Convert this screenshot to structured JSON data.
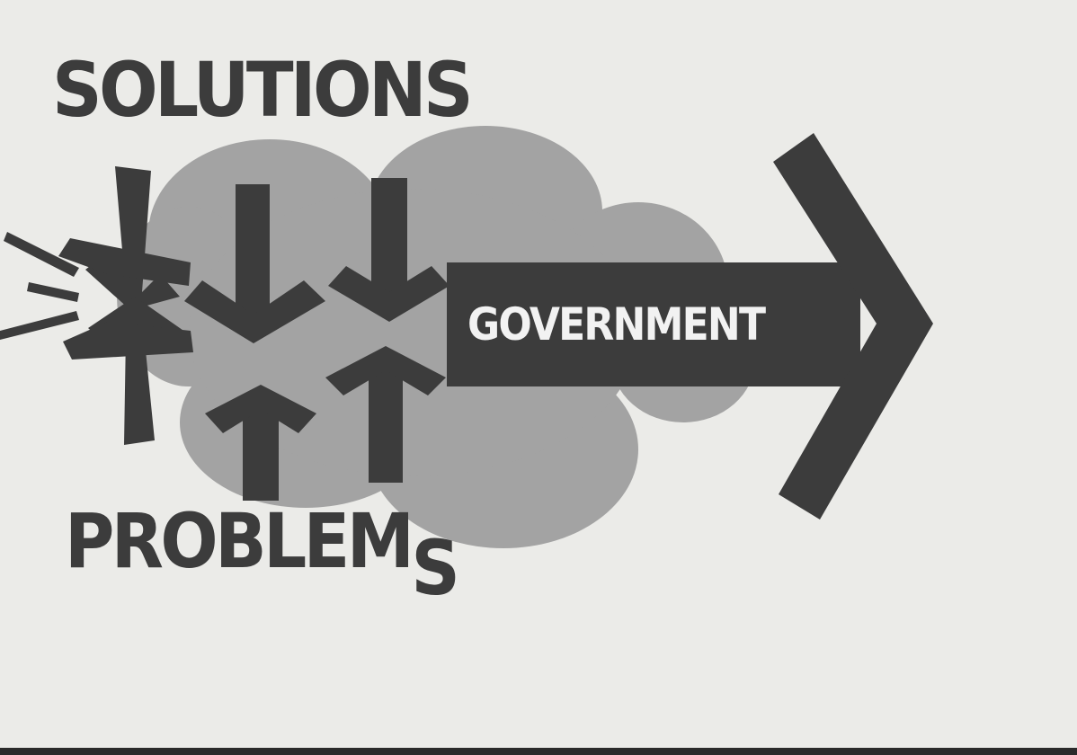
{
  "labels": {
    "solutions": "SOLUTIONS",
    "problems_head": "PROBLEM",
    "problems_tail": "S",
    "government": "GOVERNMENT"
  },
  "colors": {
    "background": "#ebebe8",
    "cloud": "#a3a3a3",
    "arrows": "#3c3c3c",
    "government_text": "#f2f2f2"
  }
}
